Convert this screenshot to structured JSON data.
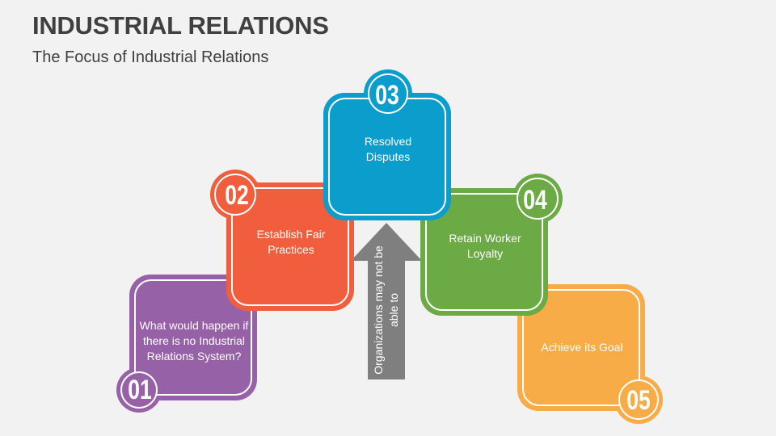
{
  "header": {
    "title": "INDUSTRIAL RELATIONS",
    "subtitle": "The Focus of Industrial Relations"
  },
  "cards": [
    {
      "number": "01",
      "text": "What would happen if there is no Industrial Relations System?",
      "color": "#9761A8"
    },
    {
      "number": "02",
      "text": "Establish Fair Practices",
      "color": "#F15E3D"
    },
    {
      "number": "03",
      "text": "Resolved Disputes",
      "color": "#0B9DCB"
    },
    {
      "number": "04",
      "text": "Retain Worker Loyalty",
      "color": "#6BAA44"
    },
    {
      "number": "05",
      "text": "Achieve its Goal",
      "color": "#F8AC47"
    }
  ],
  "arrow": {
    "text": "Organizations may not be able to",
    "color": "#7F7F7F"
  },
  "colors": {
    "background": "#F2F2F2",
    "title_text": "#404040"
  }
}
